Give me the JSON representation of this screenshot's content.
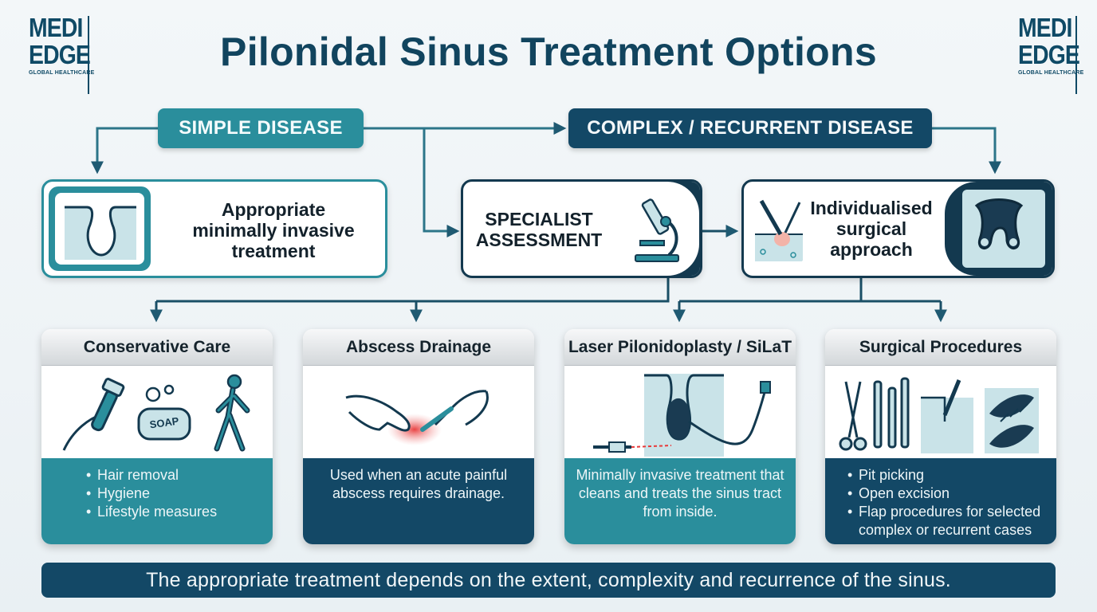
{
  "logo": {
    "line1": "MEDI",
    "line2": "EDGE",
    "tagline": "GLOBAL HEALTHCARE"
  },
  "title": "Pilonidal Sinus Treatment Options",
  "branches": {
    "simple": "SIMPLE DISEASE",
    "complex": "COMPLEX / RECURRENT DISEASE"
  },
  "nodes": {
    "treatment": "Appropriate\nminimally invasive\ntreatment",
    "specialist": "SPECIALIST\nASSESSMENT",
    "individualised": "Individualised\nsurgical\napproach"
  },
  "cards": [
    {
      "title": "Conservative Care",
      "items": [
        "Hair removal",
        "Hygiene",
        "Lifestyle measures"
      ],
      "icon_label": "SOAP"
    },
    {
      "title": "Abscess Drainage",
      "text": "Used when an acute painful abscess requires drainage."
    },
    {
      "title": "Laser Pilonidoplasty / SiLaT",
      "text": "Minimally invasive treatment that cleans and treats the sinus tract from inside."
    },
    {
      "title": "Surgical Procedures",
      "items": [
        "Pit picking",
        "Open excision",
        "Flap procedures for selected complex or recurrent cases"
      ]
    }
  ],
  "footer": "The appropriate treatment depends on the extent, complexity and recurrence of the sinus.",
  "colors": {
    "teal": "#2a8e9c",
    "navy": "#134866",
    "title": "#11445e"
  }
}
